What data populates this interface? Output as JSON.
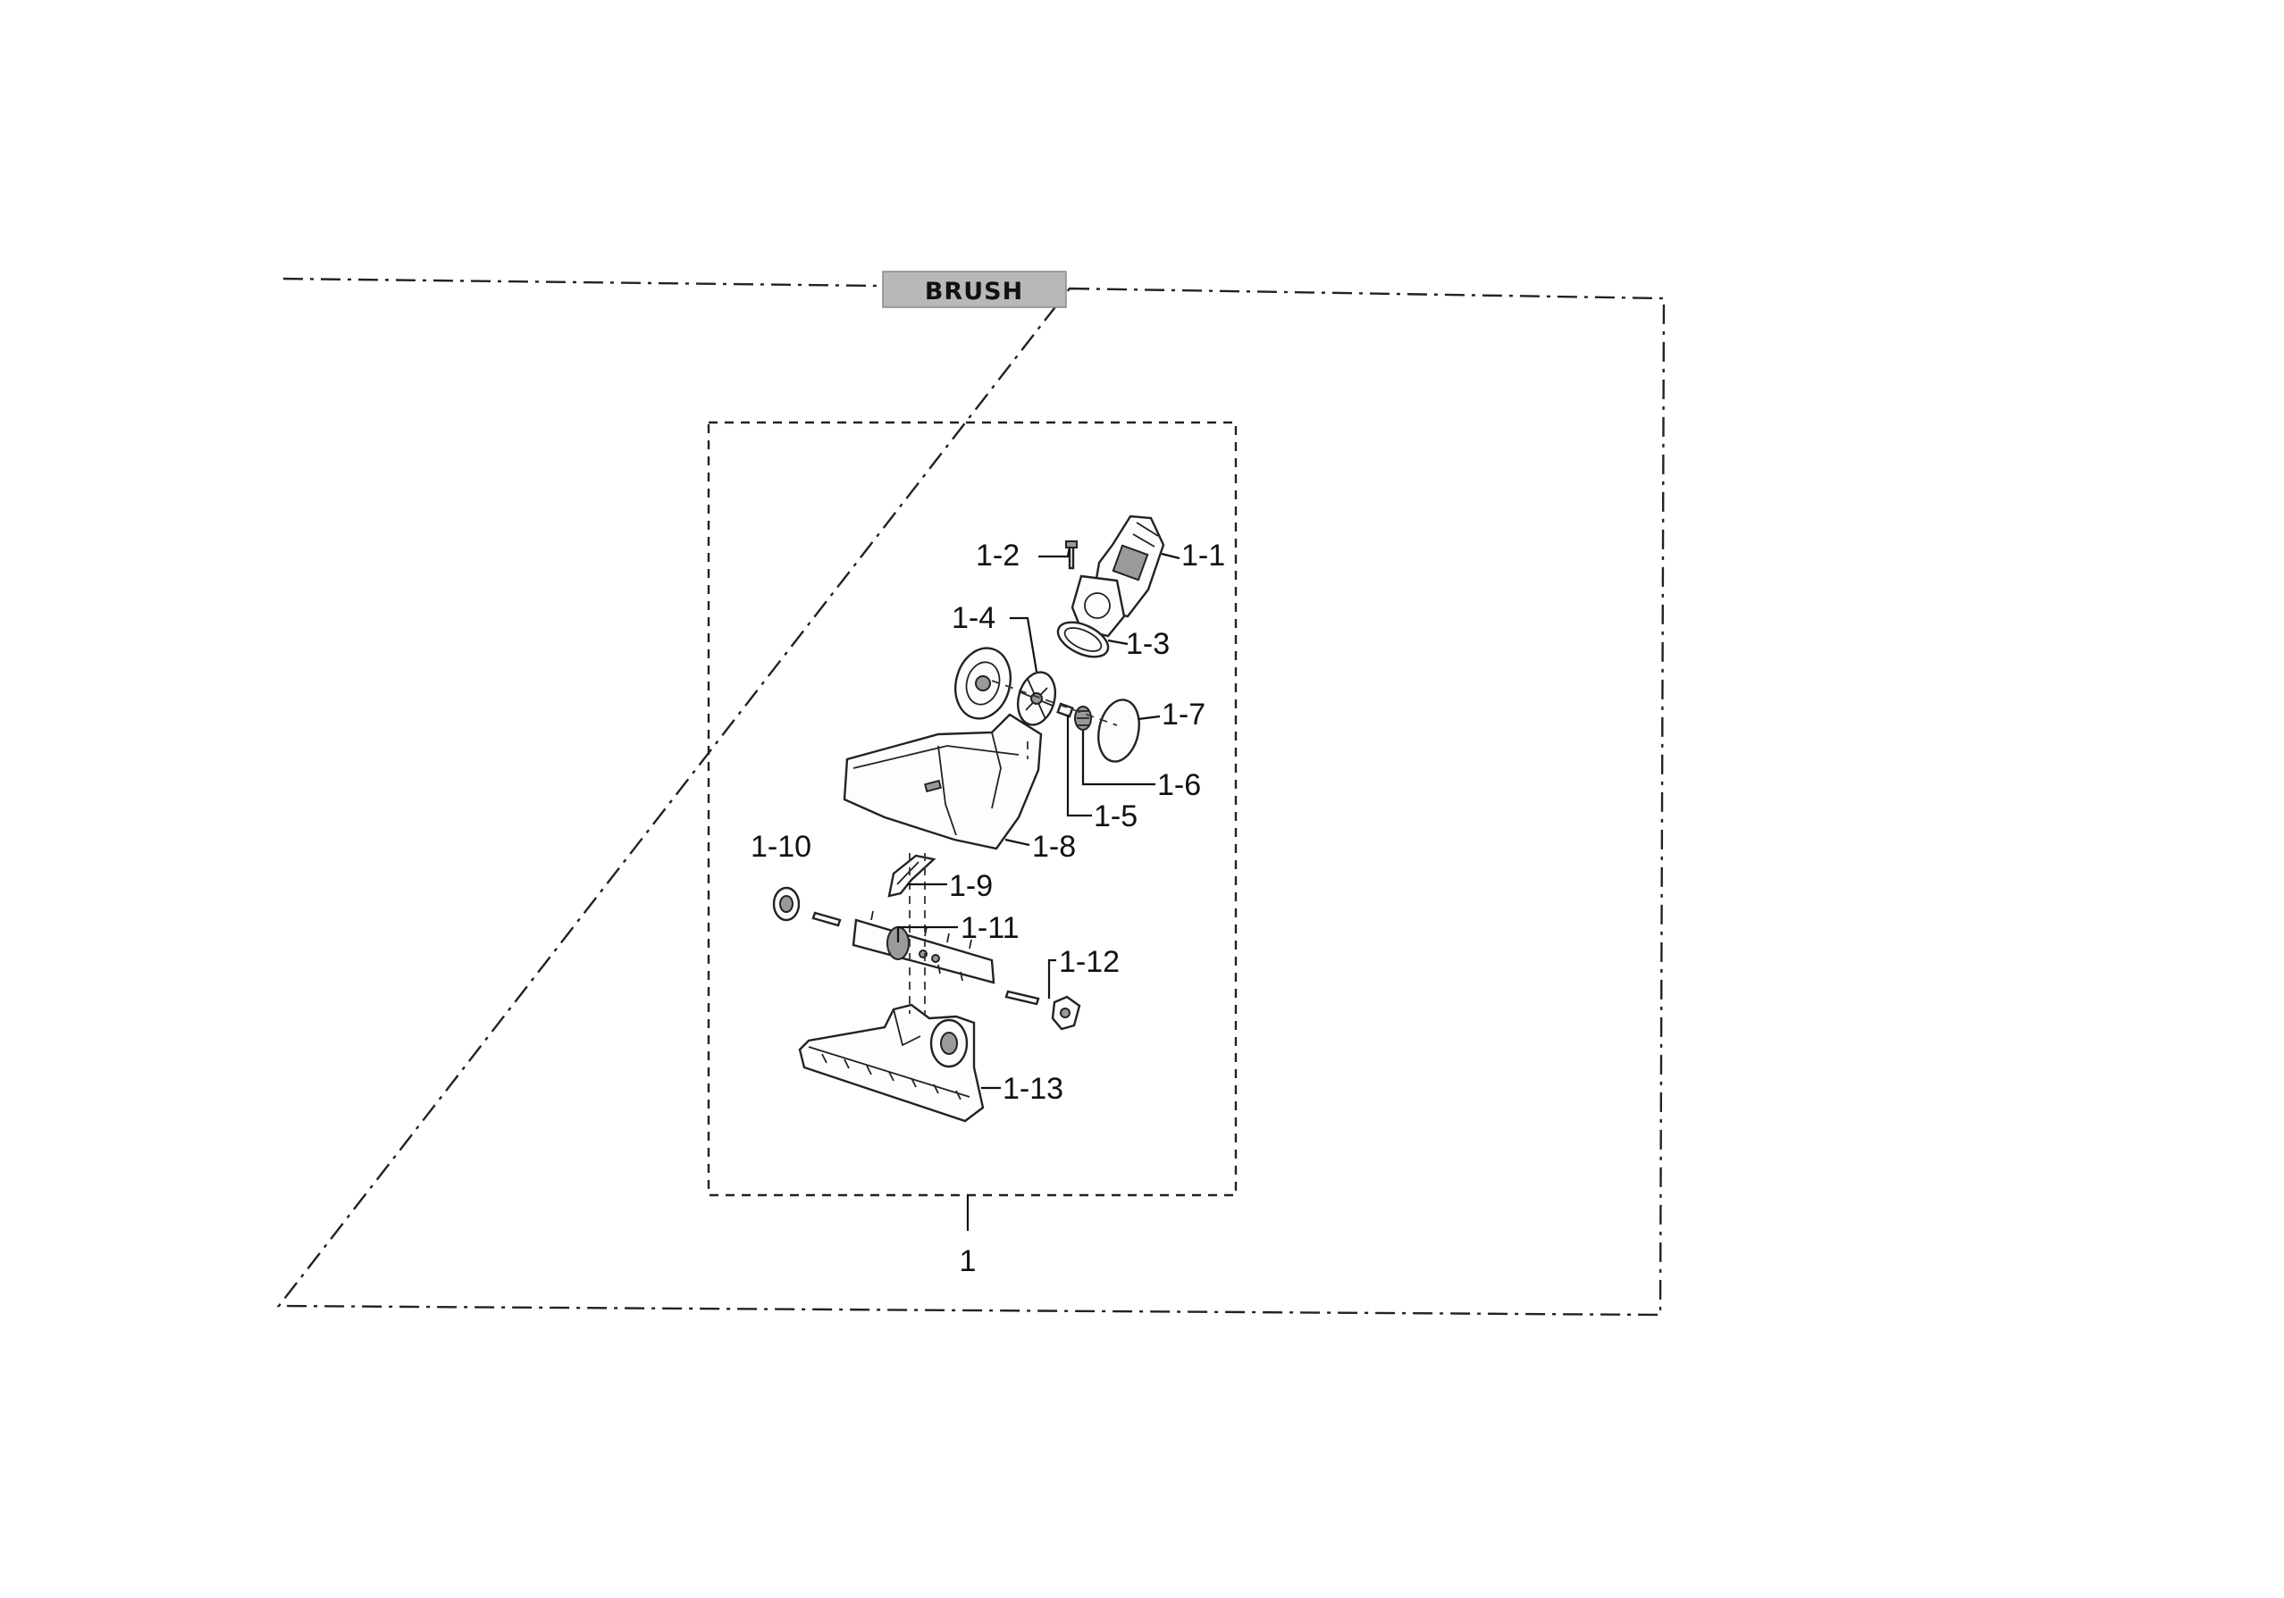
{
  "section_title": "BRUSH",
  "assembly_label": "1",
  "parts": {
    "p1_1": "1-1",
    "p1_2": "1-2",
    "p1_3": "1-3",
    "p1_4": "1-4",
    "p1_5": "1-5",
    "p1_6": "1-6",
    "p1_7": "1-7",
    "p1_8": "1-8",
    "p1_9": "1-9",
    "p1_10": "1-10",
    "p1_11": "1-11",
    "p1_12": "1-12",
    "p1_13": "1-13"
  },
  "colors": {
    "line": "#222222",
    "title_bg": "#b8b8b8",
    "background": "#ffffff"
  }
}
